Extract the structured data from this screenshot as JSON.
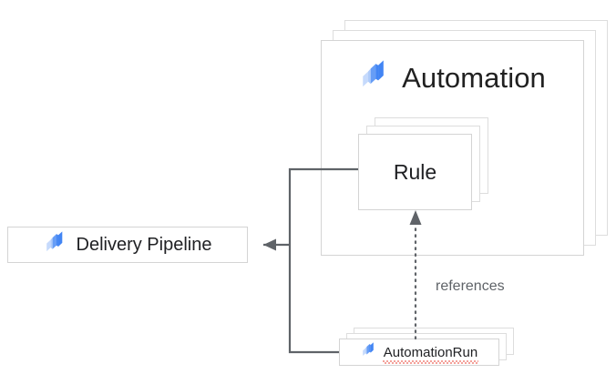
{
  "diagram": {
    "title": "Automation",
    "background_color": "#ffffff",
    "card_border_color": "#d4d4d4",
    "ghost_border_color": "#dddddd",
    "connector_color": "#5f6368",
    "text_color": "#202124",
    "muted_text_color": "#5f6368",
    "spellcheck_underline_color": "#ea4335",
    "icon_colors": {
      "light": "#c6dafc",
      "mid": "#669df6",
      "dark": "#4285f4"
    }
  },
  "nodes": {
    "automation": {
      "label": "Automation",
      "icon": "cloud-deploy-icon",
      "stack_count": 3,
      "kind": "group"
    },
    "rule": {
      "label": "Rule",
      "stack_count": 3,
      "kind": "stacked-box"
    },
    "delivery_pipeline": {
      "label": "Delivery Pipeline",
      "icon": "cloud-deploy-icon",
      "stack_count": 1,
      "kind": "box"
    },
    "automation_run": {
      "label": "AutomationRun",
      "icon": "cloud-deploy-icon",
      "stack_count": 3,
      "kind": "stacked-box",
      "spellcheck_flagged": true
    }
  },
  "edges": [
    {
      "id": "rule-to-delivery-pipeline",
      "from": "rule",
      "to": "delivery_pipeline",
      "label": "",
      "style": "solid",
      "arrowhead": "filled-triangle"
    },
    {
      "id": "automation-run-to-delivery-pipeline",
      "from": "automation_run",
      "to": "delivery_pipeline",
      "label": "",
      "style": "solid",
      "arrowhead": "filled-triangle"
    },
    {
      "id": "automation-run-references-rule",
      "from": "automation_run",
      "to": "rule",
      "label": "references",
      "style": "dotted",
      "arrowhead": "filled-triangle"
    }
  ]
}
